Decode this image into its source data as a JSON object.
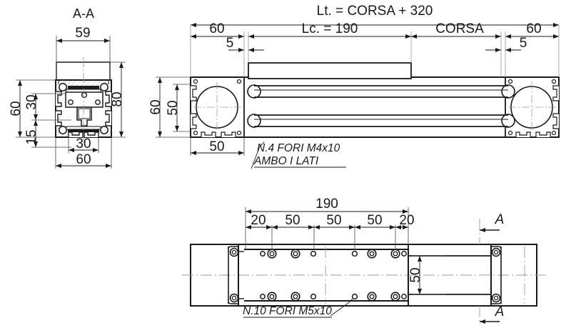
{
  "drawing": {
    "title_block": {
      "section_view_label": "A-A"
    },
    "section_markers": {
      "top": "A",
      "bottom": "A"
    },
    "views": {
      "section_aa": {
        "name": "A-A",
        "dimensions": {
          "top_width": "59",
          "right_height": "80",
          "left_outer_height": "60",
          "left_mid_height": "30",
          "left_inner_height": "15",
          "bottom_inner_width": "30",
          "bottom_outer_width": "60"
        }
      },
      "front_elevation": {
        "dimensions": {
          "total_length": "Lt. = CORSA + 320",
          "left_end": "60",
          "carriage_length": "Lc. = 190",
          "stroke": "CORSA",
          "right_end": "60",
          "left_offset": "5",
          "right_offset": "5",
          "height_outer": "60",
          "height_inner": "50",
          "end_cap_width": "50"
        },
        "notes": [
          "N.4 FORI M4x10",
          "AMBO I LATI"
        ]
      },
      "plan_view": {
        "dimensions": {
          "overall": "190",
          "chain": [
            "20",
            "50",
            "50",
            "50",
            "20"
          ],
          "width_inner": "50"
        },
        "notes": [
          "N.10 FORI M5x10"
        ]
      }
    },
    "colors": {
      "line": "#1a1a1a",
      "thin": "#444444",
      "center": "#9a9a9a",
      "hatch": "#8a8a8a",
      "background": "#ffffff"
    }
  }
}
